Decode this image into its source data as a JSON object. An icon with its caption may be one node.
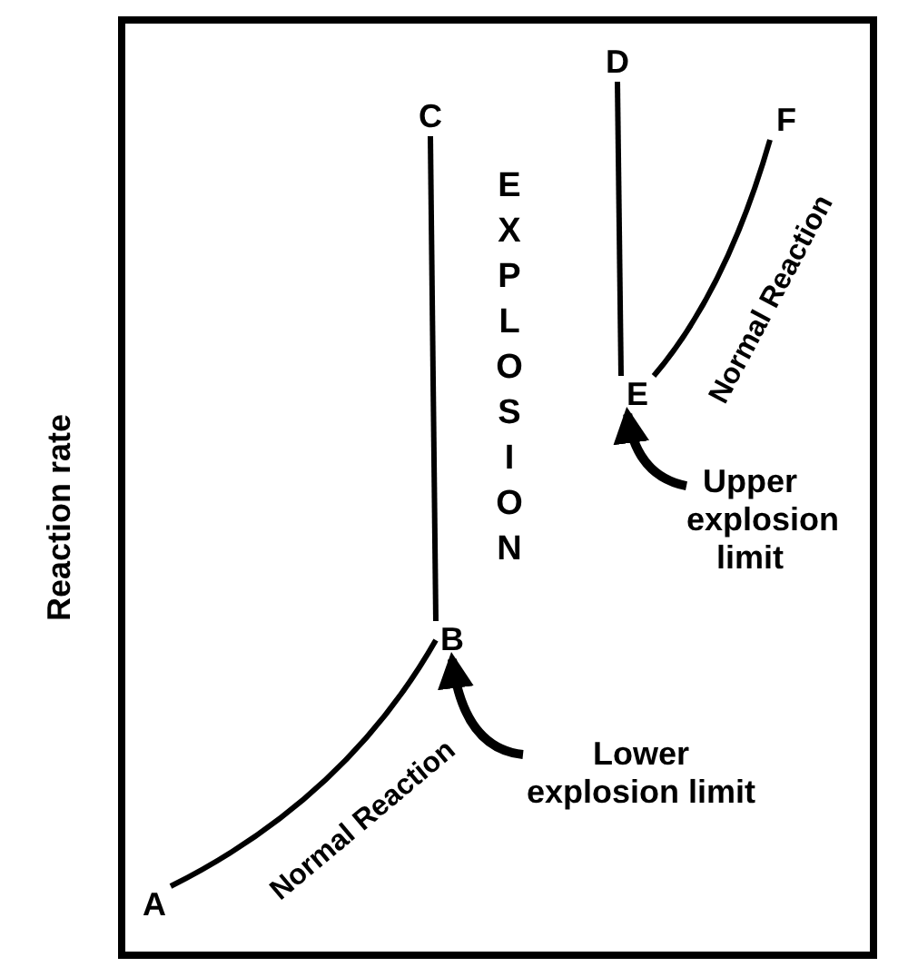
{
  "diagram": {
    "nodes": [
      {
        "text": [
          "A"
        ]
      },
      {
        "text": [
          "B"
        ]
      },
      {
        "text": [
          "C"
        ]
      },
      {
        "text": [
          "D"
        ]
      },
      {
        "text": [
          "E"
        ]
      },
      {
        "text": [
          "F"
        ]
      },
      {
        "text": [
          "Lower explosion limit"
        ]
      },
      {
        "text": [
          "Upper explosion limit"
        ]
      }
    ],
    "edges": [
      {
        "from": 0,
        "to": 1,
        "arrow": "none",
        "label": "Normal Reaction"
      },
      {
        "from": 1,
        "to": 2,
        "arrow": "none"
      },
      {
        "from": 3,
        "to": 4,
        "arrow": "none"
      },
      {
        "from": 4,
        "to": 5,
        "arrow": "none",
        "label": "Normal Reaction"
      },
      {
        "from": 6,
        "to": 1,
        "arrow": "to"
      },
      {
        "from": 7,
        "to": 4,
        "arrow": "to"
      }
    ],
    "labels": [
      "EXPLOSION",
      "Reaction rate"
    ]
  }
}
